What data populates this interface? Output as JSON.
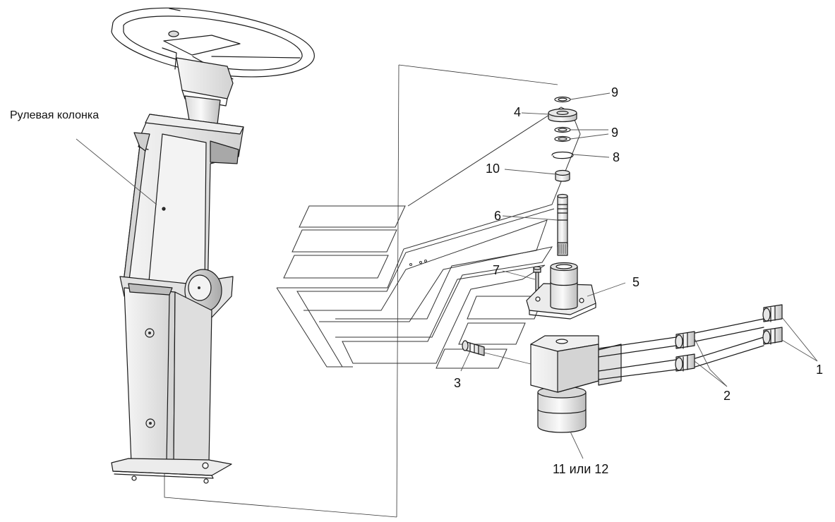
{
  "diagram": {
    "column_label": "Рулевая колонка",
    "parts": {
      "p1": "1",
      "p2": "2",
      "p3": "3",
      "p4": "4",
      "p5": "5",
      "p6": "6",
      "p7": "7",
      "p8": "8",
      "p9_top": "9",
      "p9_mid": "9",
      "p10": "10",
      "p11_12": "11 или 12"
    }
  },
  "colors": {
    "line": "#1a1a1a",
    "shade_light": "#f2f2f2",
    "shade_mid": "#dcdcdc",
    "shade_dark": "#b8b8b8"
  }
}
